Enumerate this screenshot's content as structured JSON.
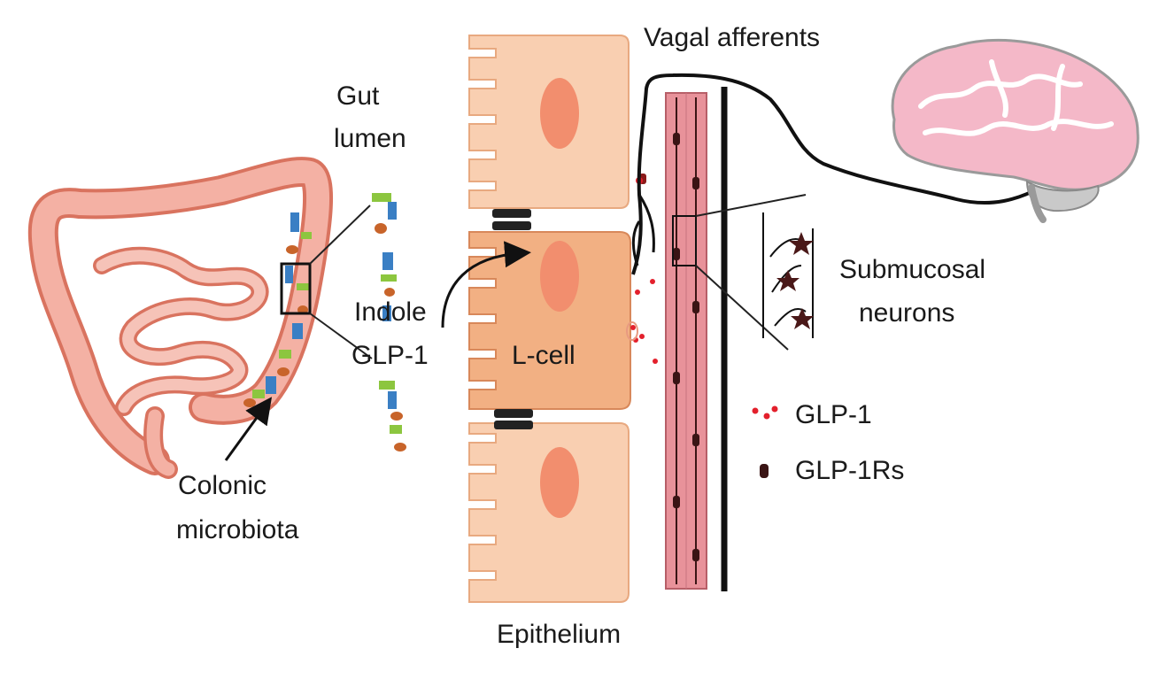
{
  "diagram": {
    "labels": {
      "vagal_afferents": "Vagal afferents",
      "gut": "Gut",
      "lumen": "lumen",
      "submucosal": "Submucosal",
      "neurons": "neurons",
      "indole": "Indole",
      "glp1_top": "GLP-1",
      "lcell": "L-cell",
      "colonic": "Colonic",
      "microbiota": "microbiota",
      "epithelium": "Epithelium"
    },
    "legend": [
      {
        "label": "GLP-1",
        "symbol": "red-dots"
      },
      {
        "label": "GLP-1Rs",
        "symbol": "dark-receptor"
      }
    ],
    "colors": {
      "intestine": "#f2a596",
      "epithelial_cell": "#f9cfb1",
      "l_cell": "#f2b083",
      "nucleus": "#f28e6e",
      "muscle": "#e8929a",
      "brain": "#f4b8c8",
      "glp1": "#e3202c",
      "receptor": "#3a1414"
    }
  }
}
